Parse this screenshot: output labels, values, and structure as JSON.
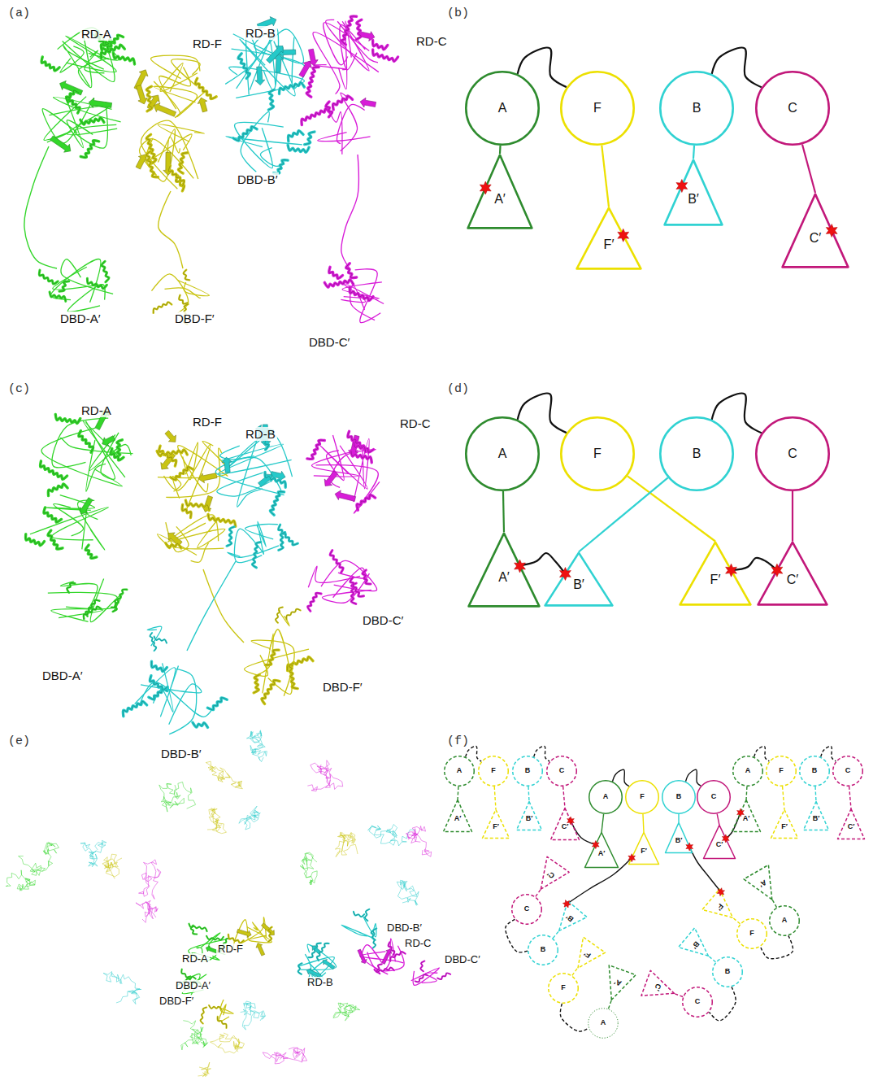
{
  "diagram": {
    "nodes": [
      {
        "text": [
          "A"
        ]
      },
      {
        "text": [
          "F"
        ]
      },
      {
        "text": [
          "B"
        ]
      },
      {
        "text": [
          "C"
        ]
      },
      {
        "text": [
          "A′"
        ]
      },
      {
        "text": [
          "F′"
        ]
      },
      {
        "text": [
          "B′"
        ]
      },
      {
        "text": [
          "C′"
        ]
      },
      {
        "text": [
          "A"
        ]
      },
      {
        "text": [
          "F"
        ]
      },
      {
        "text": [
          "B"
        ]
      },
      {
        "text": [
          "C"
        ]
      },
      {
        "text": [
          "A′"
        ]
      },
      {
        "text": [
          "B′"
        ]
      },
      {
        "text": [
          "F′"
        ]
      },
      {
        "text": [
          "C′"
        ]
      },
      {
        "text": [
          "A"
        ]
      },
      {
        "text": [
          "F"
        ]
      },
      {
        "text": [
          "B"
        ]
      },
      {
        "text": [
          "C"
        ]
      },
      {
        "text": [
          "A′"
        ]
      },
      {
        "text": [
          "F′"
        ]
      },
      {
        "text": [
          "B′"
        ]
      },
      {
        "text": [
          "C′"
        ]
      },
      {
        "text": [
          "A"
        ]
      },
      {
        "text": [
          "F"
        ]
      },
      {
        "text": [
          "B"
        ]
      },
      {
        "text": [
          "C"
        ]
      },
      {
        "text": [
          "A′"
        ]
      },
      {
        "text": [
          "F′"
        ]
      },
      {
        "text": [
          "B′"
        ]
      },
      {
        "text": [
          "C′"
        ]
      },
      {
        "text": [
          "A"
        ]
      },
      {
        "text": [
          "F"
        ]
      },
      {
        "text": [
          "B"
        ]
      },
      {
        "text": [
          "C"
        ]
      },
      {
        "text": [
          "A′"
        ]
      },
      {
        "text": [
          "F′"
        ]
      },
      {
        "text": [
          "B′"
        ]
      },
      {
        "text": [
          "C′"
        ]
      },
      {
        "text": [
          "C′"
        ]
      },
      {
        "text": [
          "C"
        ]
      },
      {
        "text": [
          "B′"
        ]
      },
      {
        "text": [
          "B"
        ]
      },
      {
        "text": [
          "F′"
        ]
      },
      {
        "text": [
          "F"
        ]
      },
      {
        "text": [
          "A′"
        ]
      },
      {
        "text": [
          "A"
        ]
      },
      {
        "text": [
          "A′"
        ]
      },
      {
        "text": [
          "A"
        ]
      },
      {
        "text": [
          "F"
        ]
      },
      {
        "text": [
          "F′"
        ]
      },
      {
        "text": [
          "B′"
        ]
      },
      {
        "text": [
          "B"
        ]
      },
      {
        "text": [
          "C"
        ]
      },
      {
        "text": [
          "C′"
        ]
      }
    ],
    "edges": [
      {
        "from": 0,
        "to": 4,
        "arrow": "none"
      },
      {
        "from": 1,
        "to": 5,
        "arrow": "none"
      },
      {
        "from": 2,
        "to": 6,
        "arrow": "none"
      },
      {
        "from": 3,
        "to": 7,
        "arrow": "none"
      },
      {
        "from": 0,
        "to": 1,
        "arrow": "none"
      },
      {
        "from": 2,
        "to": 3,
        "arrow": "none"
      },
      {
        "from": 8,
        "to": 12,
        "arrow": "none"
      },
      {
        "from": 9,
        "to": 14,
        "arrow": "none"
      },
      {
        "from": 10,
        "to": 13,
        "arrow": "none"
      },
      {
        "from": 11,
        "to": 15,
        "arrow": "none"
      },
      {
        "from": 8,
        "to": 9,
        "arrow": "none"
      },
      {
        "from": 10,
        "to": 11,
        "arrow": "none"
      },
      {
        "from": 12,
        "to": 13,
        "arrow": "none"
      },
      {
        "from": 14,
        "to": 15,
        "arrow": "none"
      },
      {
        "from": 16,
        "to": 20,
        "arrow": "none"
      },
      {
        "from": 17,
        "to": 21,
        "arrow": "none"
      },
      {
        "from": 18,
        "to": 22,
        "arrow": "none"
      },
      {
        "from": 19,
        "to": 23,
        "arrow": "none"
      },
      {
        "from": 16,
        "to": 17,
        "arrow": "none"
      },
      {
        "from": 18,
        "to": 19,
        "arrow": "none"
      },
      {
        "from": 24,
        "to": 28,
        "arrow": "none"
      },
      {
        "from": 25,
        "to": 29,
        "arrow": "none"
      },
      {
        "from": 26,
        "to": 30,
        "arrow": "none"
      },
      {
        "from": 27,
        "to": 31,
        "arrow": "none"
      },
      {
        "from": 24,
        "to": 25,
        "arrow": "none"
      },
      {
        "from": 26,
        "to": 27,
        "arrow": "none"
      },
      {
        "from": 32,
        "to": 36,
        "arrow": "none"
      },
      {
        "from": 33,
        "to": 37,
        "arrow": "none"
      },
      {
        "from": 34,
        "to": 38,
        "arrow": "none"
      },
      {
        "from": 35,
        "to": 39,
        "arrow": "none"
      },
      {
        "from": 32,
        "to": 33,
        "arrow": "none"
      },
      {
        "from": 34,
        "to": 35,
        "arrow": "none"
      },
      {
        "from": 41,
        "to": 40,
        "arrow": "none"
      },
      {
        "from": 43,
        "to": 42,
        "arrow": "none"
      },
      {
        "from": 45,
        "to": 44,
        "arrow": "none"
      },
      {
        "from": 47,
        "to": 46,
        "arrow": "none"
      },
      {
        "from": 41,
        "to": 43,
        "arrow": "none"
      },
      {
        "from": 45,
        "to": 47,
        "arrow": "none"
      },
      {
        "from": 49,
        "to": 48,
        "arrow": "none"
      },
      {
        "from": 50,
        "to": 51,
        "arrow": "none"
      },
      {
        "from": 53,
        "to": 52,
        "arrow": "none"
      },
      {
        "from": 54,
        "to": 55,
        "arrow": "none"
      },
      {
        "from": 49,
        "to": 50,
        "arrow": "none"
      },
      {
        "from": 53,
        "to": 54,
        "arrow": "none"
      },
      {
        "from": 23,
        "to": 28,
        "arrow": "none"
      },
      {
        "from": 36,
        "to": 31,
        "arrow": "none"
      },
      {
        "from": 29,
        "to": 42,
        "arrow": "none"
      },
      {
        "from": 30,
        "to": 51,
        "arrow": "none"
      }
    ],
    "labels": [
      "(a)",
      "RD-A",
      "RD-F",
      "RD-B",
      "RD-C",
      "DBD-B′",
      "DBD-A′",
      "DBD-F′",
      "DBD-C′",
      "(b)",
      "(c)",
      "RD-A",
      "RD-F",
      "RD-B",
      "RD-C",
      "DBD-C′",
      "DBD-A′",
      "DBD-F′",
      "DBD-B′",
      "(d)",
      "(e)",
      "DBD-B′",
      "RD-C",
      "RD-F",
      "RD-A",
      "DBD-C′",
      "DBD-A′",
      "RD-B",
      "DBD-F′",
      "(f)"
    ]
  }
}
